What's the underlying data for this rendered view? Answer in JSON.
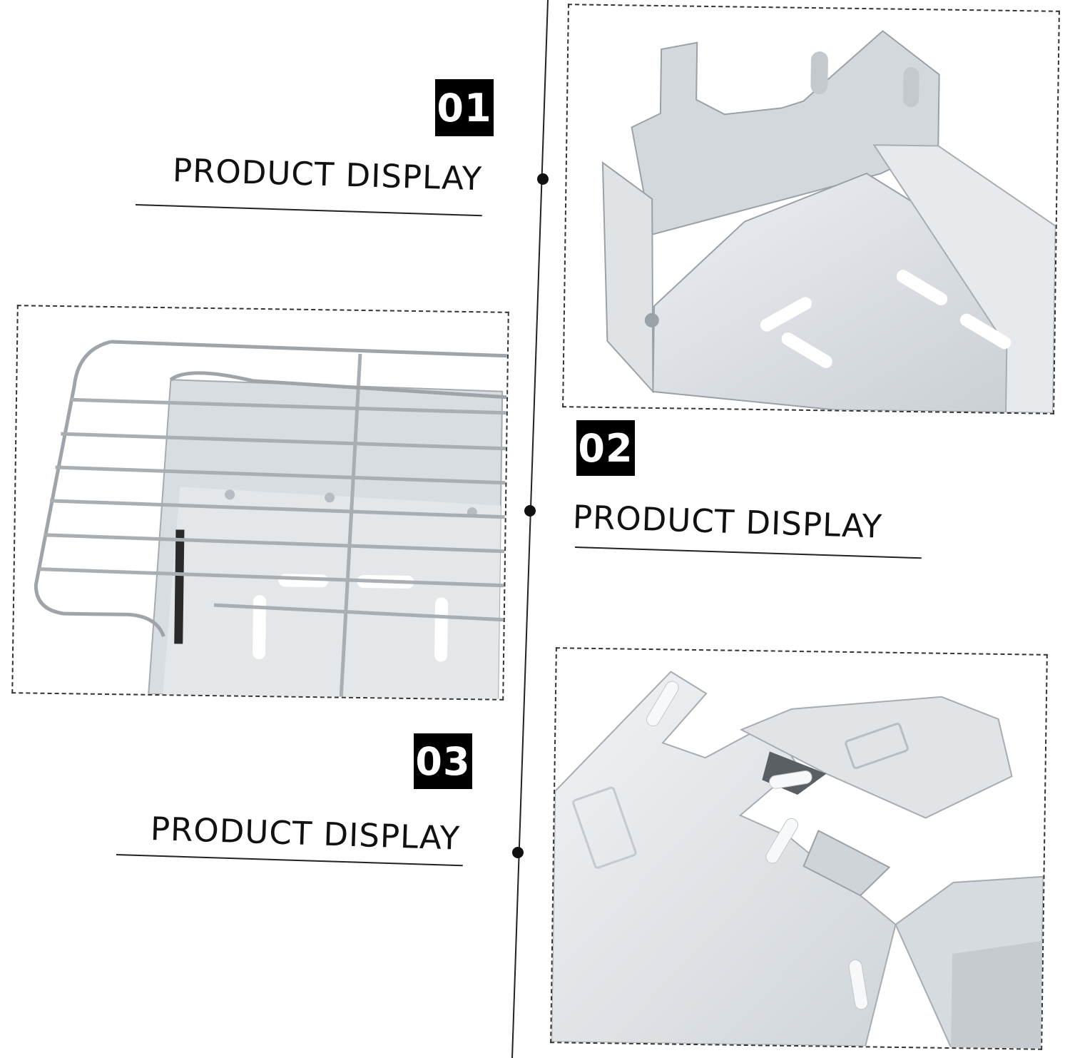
{
  "sections": [
    {
      "number": "01",
      "label": "PRODUCT DISPLAY"
    },
    {
      "number": "02",
      "label": "PRODUCT DISPLAY"
    },
    {
      "number": "03",
      "label": "PRODUCT DISPLAY"
    }
  ],
  "colors": {
    "badge_bg": "#000000",
    "badge_text": "#ffffff",
    "metal": "#d9dde1",
    "metal_shadow": "#aab0b6",
    "wire": "#b8bcc0"
  }
}
